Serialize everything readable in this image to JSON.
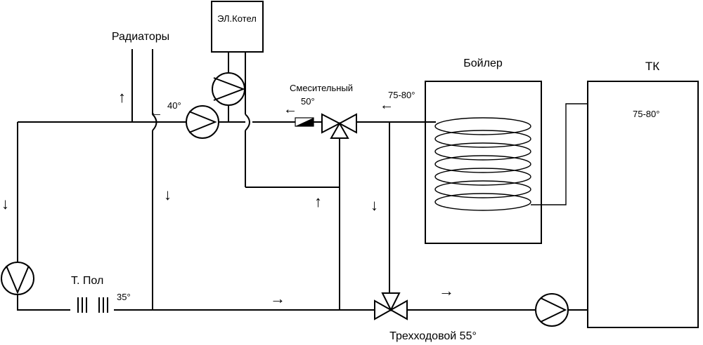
{
  "labels": {
    "radiators": "Радиаторы",
    "el_boiler": "ЭЛ.Котел",
    "mixing": "Смесительный",
    "boiler": "Бойлер",
    "tk": "ТК",
    "floor": "Т. Пол",
    "three_way": "Трехходовой 55°"
  },
  "temps": {
    "t40": "40°",
    "t50": "50°",
    "t75_pipe": "75-80°",
    "t75_tk": "75-80°",
    "t35": "35°"
  },
  "arrows": {
    "up": "↑",
    "down": "↓",
    "right": "→",
    "left": "←"
  },
  "colors": {
    "line": "#000000",
    "background": "#ffffff"
  }
}
